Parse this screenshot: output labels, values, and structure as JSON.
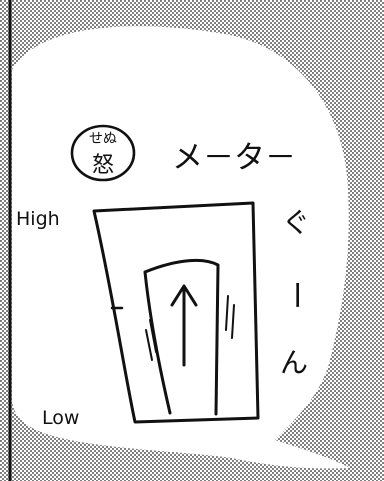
{
  "panel": {
    "kanji": "怒",
    "kanji_furigana": "せぬ",
    "meter_label": "メ－タ－",
    "gauge_vertical_label": [
      "ぐ",
      "ー",
      "ん"
    ],
    "label_high": "High",
    "label_low": "Low"
  },
  "colors": {
    "ink": "#111111",
    "paper": "#ffffff",
    "screentone": "#9a9a9a"
  }
}
